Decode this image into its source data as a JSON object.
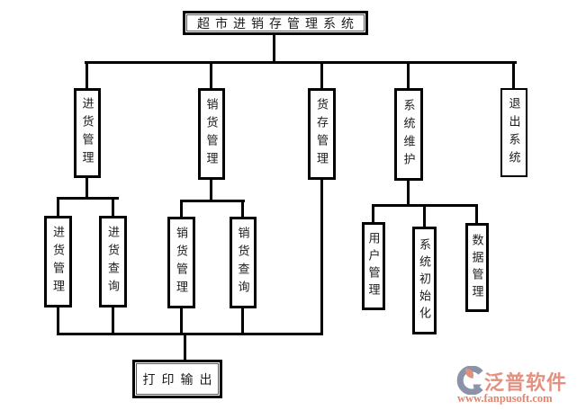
{
  "nodes": {
    "root": "超市进销存管理系统",
    "purchase_mgmt": "进货管理",
    "sales_mgmt": "销货管理",
    "inventory_mgmt": "货存管理",
    "system_maintenance": "系统维护",
    "exit_system": "退出系统",
    "purchase_mgmt_sub": "进货管理",
    "purchase_query": "进货查询",
    "sales_mgmt_sub": "销货管理",
    "sales_query": "销货查询",
    "user_mgmt": "用户管理",
    "system_init": "系统初始化",
    "data_mgmt": "数据管理",
    "print_output": "打印输出"
  },
  "hierarchy": {
    "root": "超市进销存管理系统",
    "children": [
      {
        "label": "进货管理",
        "children": [
          "进货管理",
          "进货查询"
        ]
      },
      {
        "label": "销货管理",
        "children": [
          "销货管理",
          "销货查询"
        ]
      },
      {
        "label": "货存管理",
        "children": []
      },
      {
        "label": "系统维护",
        "children": [
          "用户管理",
          "系统初始化",
          "数据管理"
        ]
      },
      {
        "label": "退出系统",
        "children": []
      }
    ],
    "collector_feeds_print_output": [
      "进货管理",
      "进货查询",
      "销货管理",
      "销货查询",
      "货存管理"
    ]
  },
  "colors": {
    "background": "#ffffff",
    "line": "#000000",
    "box_border": "#000000",
    "text": "#1b1b1b",
    "watermark_brand": "#e39181",
    "watermark_url": "#e2836e",
    "logo_slate": "#8a93a8",
    "logo_salmon": "#e2907e"
  },
  "watermark": {
    "brand": "泛普软件",
    "url": "www.fanpusoft.com"
  }
}
